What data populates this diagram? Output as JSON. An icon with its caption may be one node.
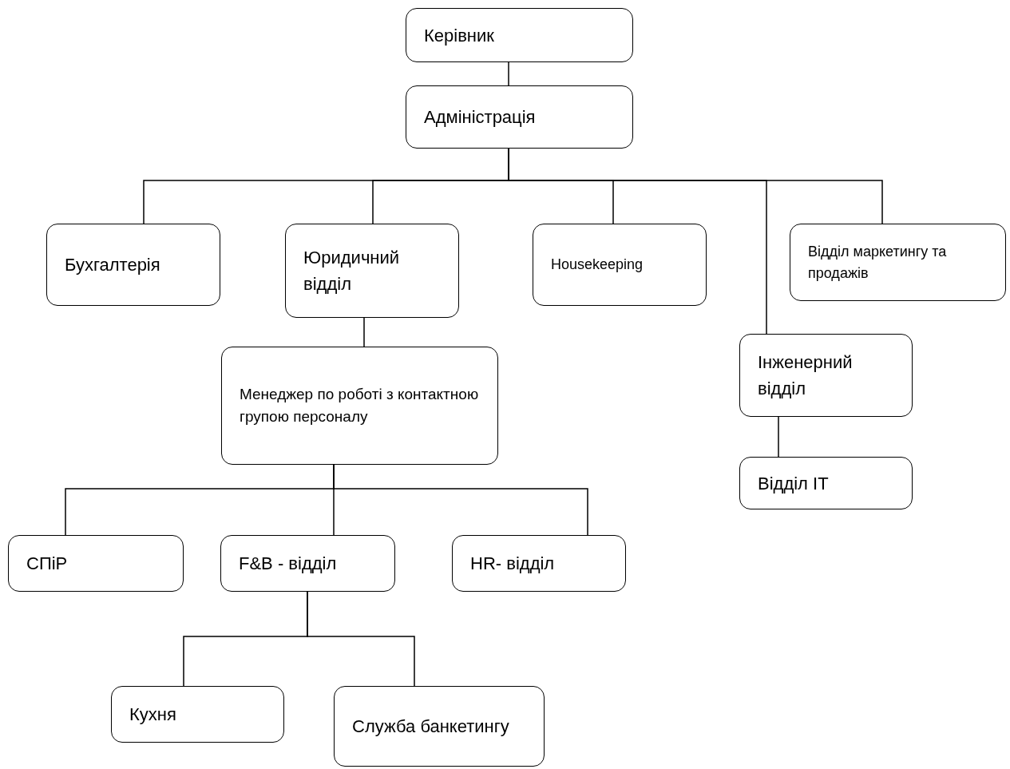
{
  "diagram": {
    "nodes": [
      {
        "text": [
          "Керівник"
        ]
      },
      {
        "text": [
          "Адміністрація"
        ]
      },
      {
        "text": [
          "Бухгалтерія"
        ]
      },
      {
        "text": [
          "Юридичний відділ"
        ]
      },
      {
        "text": [
          "Housekeeping"
        ]
      },
      {
        "text": [
          "Відділ маркетингу та продажів"
        ]
      },
      {
        "text": [
          "Менеджер по роботі з контактною групою персоналу"
        ]
      },
      {
        "text": [
          "Інженерний відділ"
        ]
      },
      {
        "text": [
          "Відділ IT"
        ]
      },
      {
        "text": [
          "СПіР"
        ]
      },
      {
        "text": [
          "F&B - відділ"
        ]
      },
      {
        "text": [
          "HR- відділ"
        ]
      },
      {
        "text": [
          "Кухня"
        ]
      },
      {
        "text": [
          "Служба банкетингу"
        ]
      }
    ],
    "edges": [
      {
        "from": 0,
        "to": 1,
        "arrow": "none"
      },
      {
        "from": 1,
        "to": 2,
        "arrow": "none"
      },
      {
        "from": 1,
        "to": 3,
        "arrow": "none"
      },
      {
        "from": 1,
        "to": 4,
        "arrow": "none"
      },
      {
        "from": 1,
        "to": 7,
        "arrow": "none"
      },
      {
        "from": 1,
        "to": 5,
        "arrow": "none"
      },
      {
        "from": 3,
        "to": 6,
        "arrow": "none"
      },
      {
        "from": 7,
        "to": 8,
        "arrow": "none"
      },
      {
        "from": 6,
        "to": 9,
        "arrow": "none"
      },
      {
        "from": 6,
        "to": 10,
        "arrow": "none"
      },
      {
        "from": 6,
        "to": 11,
        "arrow": "none"
      },
      {
        "from": 10,
        "to": 12,
        "arrow": "none"
      },
      {
        "from": 10,
        "to": 13,
        "arrow": "none"
      }
    ]
  }
}
